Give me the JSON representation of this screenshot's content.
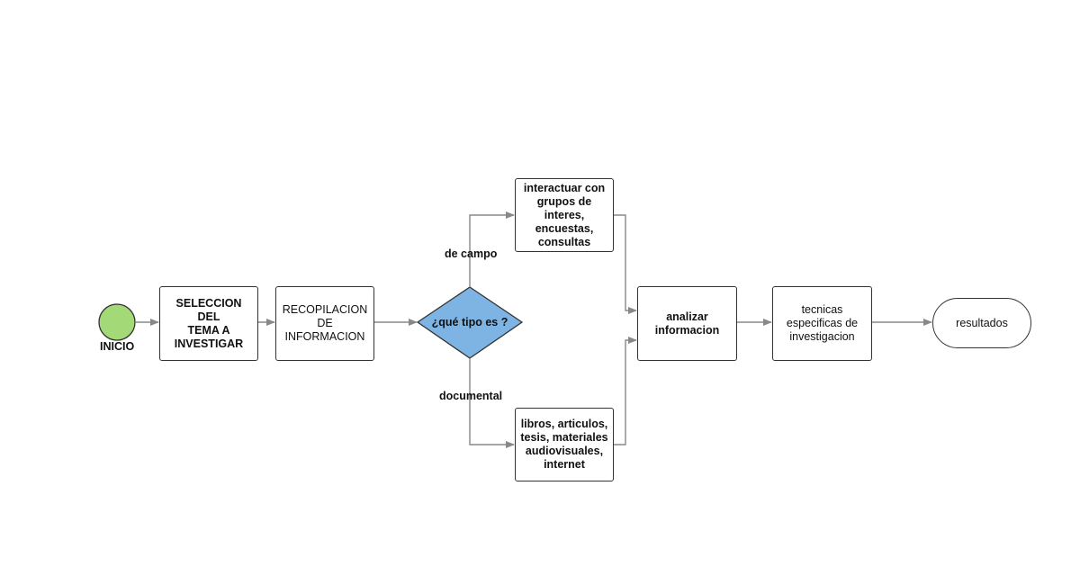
{
  "colors": {
    "start_fill": "#a3d977",
    "decision_fill": "#7db4e4",
    "stroke": "#333333",
    "arrow": "#888888"
  },
  "nodes": {
    "start": "INICIO",
    "seleccion": "SELECCION DEL\nTEMA A\nINVESTIGAR",
    "recopilacion": "RECOPILACION\nDE\nINFORMACION",
    "decision": "¿qué tipo es ?",
    "campo_box": "interactuar con\ngrupos de interes,\nencuestas,\nconsultas",
    "documental_box": "libros, articulos,\ntesis, materiales\naudiovisuales,\ninternet",
    "analizar": "analizar\ninformacion",
    "tecnicas": "tecnicas\nespecificas de\ninvestigacion",
    "resultados": "resultados"
  },
  "edge_labels": {
    "campo": "de campo",
    "documental": "documental"
  }
}
